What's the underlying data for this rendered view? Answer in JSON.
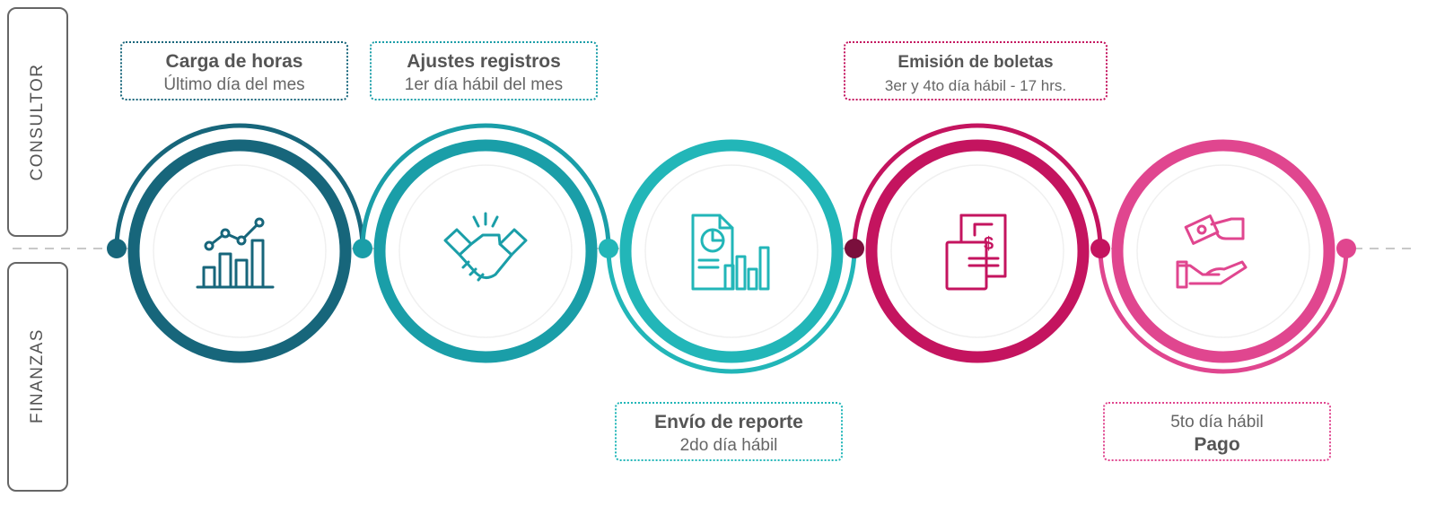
{
  "lanes": [
    {
      "label": "CONSULTOR"
    },
    {
      "label": "FINANZAS"
    }
  ],
  "colors": {
    "step1": "#17667b",
    "step2": "#1a9ea8",
    "step3": "#22b6b8",
    "step4": "#c4145f",
    "step5": "#e0468f",
    "dot4": "#7a0f3c",
    "axis": "#b0b0b0"
  },
  "steps": [
    {
      "title": "Carga de horas",
      "subtitle": "Último día del mes",
      "icon": "chart-growth-icon",
      "lane": "CONSULTOR"
    },
    {
      "title": "Ajustes registros",
      "subtitle": "1er día hábil del mes",
      "icon": "handshake-icon",
      "lane": "CONSULTOR"
    },
    {
      "title": "Envío de reporte",
      "subtitle": "2do día hábil",
      "icon": "report-document-icon",
      "lane": "FINANZAS"
    },
    {
      "title": "Emisión de boletas",
      "subtitle": "3er y 4to día hábil - 17 hrs.",
      "icon": "receipt-dollar-icon",
      "lane": "CONSULTOR"
    },
    {
      "title": "Pago",
      "subtitle": "5to día hábil",
      "icon": "money-hand-icon",
      "lane": "FINANZAS"
    }
  ]
}
